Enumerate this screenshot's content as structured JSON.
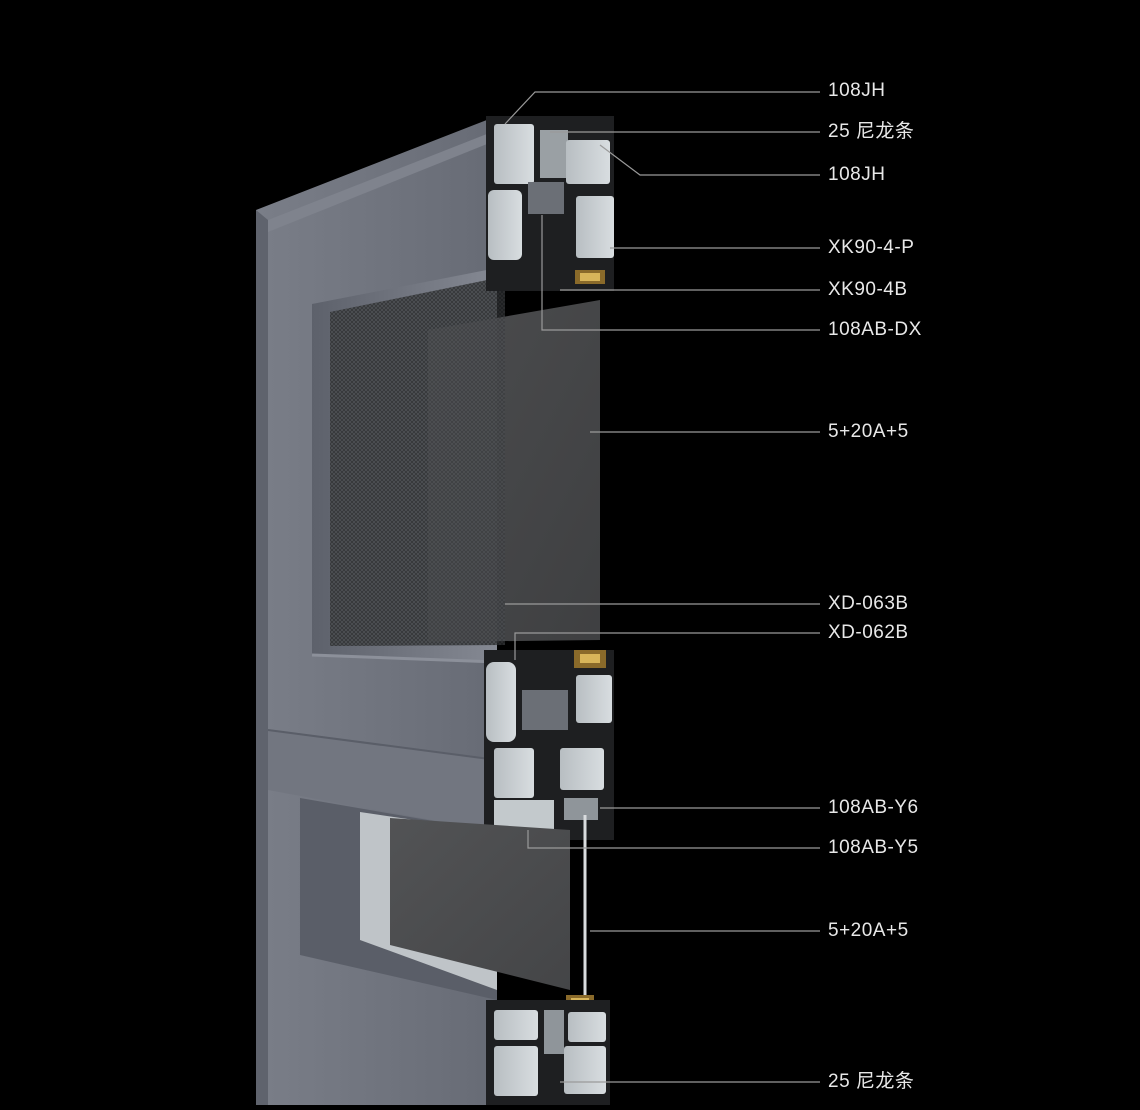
{
  "callouts": [
    {
      "id": "c1",
      "text": "108JH"
    },
    {
      "id": "c2",
      "text": "25 尼龙条"
    },
    {
      "id": "c3",
      "text": "108JH"
    },
    {
      "id": "c4",
      "text": "XK90-4-P"
    },
    {
      "id": "c5",
      "text": "XK90-4B"
    },
    {
      "id": "c6",
      "text": "108AB-DX"
    },
    {
      "id": "c7",
      "text": "5+20A+5"
    },
    {
      "id": "c8",
      "text": "XD-063B"
    },
    {
      "id": "c9",
      "text": "XD-062B"
    },
    {
      "id": "c10",
      "text": "108AB-Y6"
    },
    {
      "id": "c11",
      "text": "108AB-Y5"
    },
    {
      "id": "c12",
      "text": "5+20A+5"
    },
    {
      "id": "c13",
      "text": "25 尼龙条"
    }
  ],
  "colors": {
    "background": "#000000",
    "frame_face": "#6e727d",
    "frame_shadow": "#535763",
    "profile_section": "#c7cdd0",
    "glass": "#4a4b4d",
    "insect_screen": "#3d3f42",
    "leader_line": "#9a9a9a",
    "label_text": "#e8e8e8"
  }
}
